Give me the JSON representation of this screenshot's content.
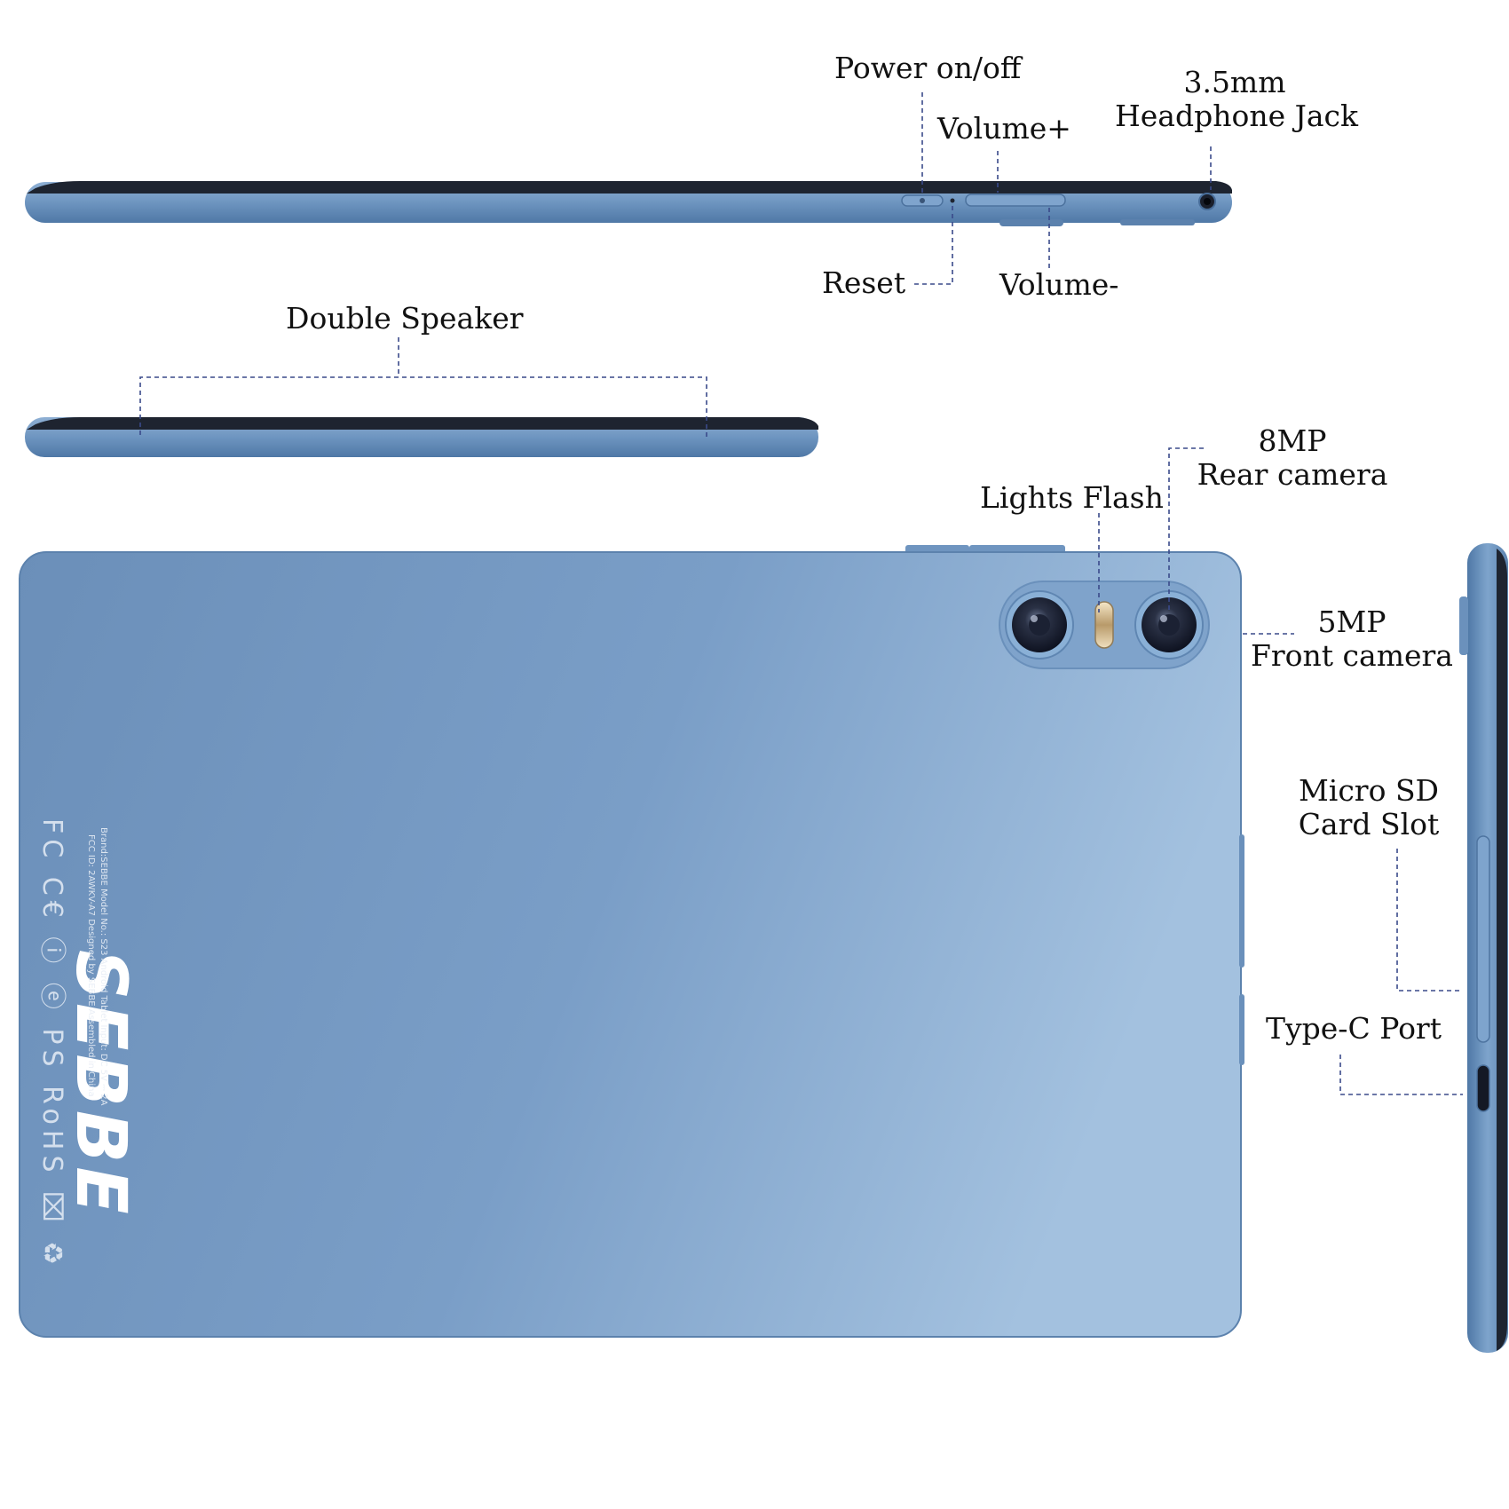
{
  "labels": {
    "power": "Power on/off",
    "volume_up": "Volume+",
    "headphone": [
      "3.5mm",
      "Headphone Jack"
    ],
    "reset": "Reset",
    "volume_down": "Volume-",
    "double_speaker": "Double Speaker",
    "rear_camera": [
      "8MP",
      "Rear camera"
    ],
    "lights_flash": "Lights Flash",
    "front_camera": [
      "5MP",
      "Front camera"
    ],
    "micro_sd": [
      "Micro SD",
      "Card Slot"
    ],
    "type_c": "Type-C Port"
  },
  "device": {
    "brand": "SEBBE",
    "fine_print": [
      "Brand:SEBBE  Model No.: S23  Android Tablet  Input: DC 5V ⎓ 2A",
      "FCC ID: 2AWKV-A7  Designed by SEBBE  Assembled in China"
    ],
    "cert_marks": "FC C€ ⓘ ⓔ PS RoHS ⌧ ♻"
  },
  "colors": {
    "body_dark": "#6a8fb8",
    "body_light": "#9fbfdd",
    "edge": "#5f86b2",
    "bezel": "#1e2430",
    "leader": "#3a4a8a",
    "text": "#111111"
  }
}
